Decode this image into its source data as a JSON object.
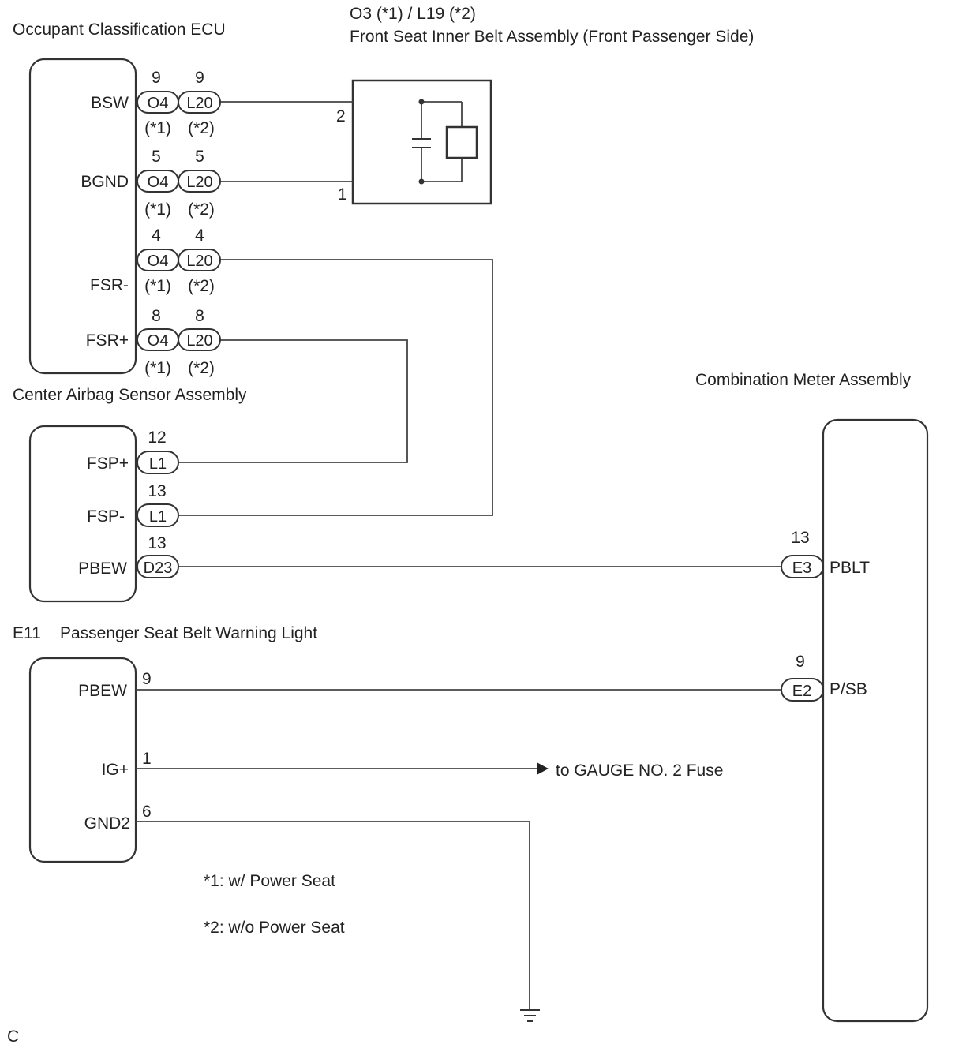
{
  "components": {
    "occupant_ecu": {
      "title": "Occupant Classification ECU"
    },
    "inner_belt": {
      "code": "O3 (*1) / L19 (*2)",
      "title": "Front Seat Inner Belt Assembly (Front Passenger Side)",
      "pins": {
        "p2": "2",
        "p1": "1"
      }
    },
    "airbag_sensor": {
      "title": "Center Airbag Sensor Assembly"
    },
    "combo_meter": {
      "title": "Combination Meter Assembly"
    },
    "warning_light": {
      "code": "E11",
      "title": "Passenger Seat Belt Warning Light"
    }
  },
  "ecu_pins": [
    {
      "label": "BSW",
      "conn_a": "O4",
      "num_a": "9",
      "conn_b": "L20",
      "num_b": "9",
      "note_a": "(*1)",
      "note_b": "(*2)"
    },
    {
      "label": "BGND",
      "conn_a": "O4",
      "num_a": "5",
      "conn_b": "L20",
      "num_b": "5",
      "note_a": "(*1)",
      "note_b": "(*2)"
    },
    {
      "label": "FSR-",
      "conn_a": "O4",
      "num_a": "4",
      "conn_b": "L20",
      "num_b": "4",
      "note_a": "(*1)",
      "note_b": "(*2)"
    },
    {
      "label": "FSR+",
      "conn_a": "O4",
      "num_a": "8",
      "conn_b": "L20",
      "num_b": "8",
      "note_a": "(*1)",
      "note_b": "(*2)"
    }
  ],
  "airbag_pins": [
    {
      "label": "FSP+",
      "conn": "L1",
      "num": "12"
    },
    {
      "label": "FSP-",
      "conn": "L1",
      "num": "13"
    },
    {
      "label": "PBEW",
      "conn": "D23",
      "num": "13"
    }
  ],
  "meter_pins": [
    {
      "label": "PBLT",
      "conn": "E3",
      "num": "13"
    },
    {
      "label": "P/SB",
      "conn": "E2",
      "num": "9"
    }
  ],
  "light_pins": [
    {
      "label": "PBEW",
      "num": "9"
    },
    {
      "label": "IG+",
      "num": "1"
    },
    {
      "label": "GND2",
      "num": "6"
    }
  ],
  "fuse_ref": "to GAUGE NO. 2 Fuse",
  "notes": [
    "*1: w/ Power Seat",
    "*2: w/o Power Seat"
  ],
  "corner_code": "C"
}
